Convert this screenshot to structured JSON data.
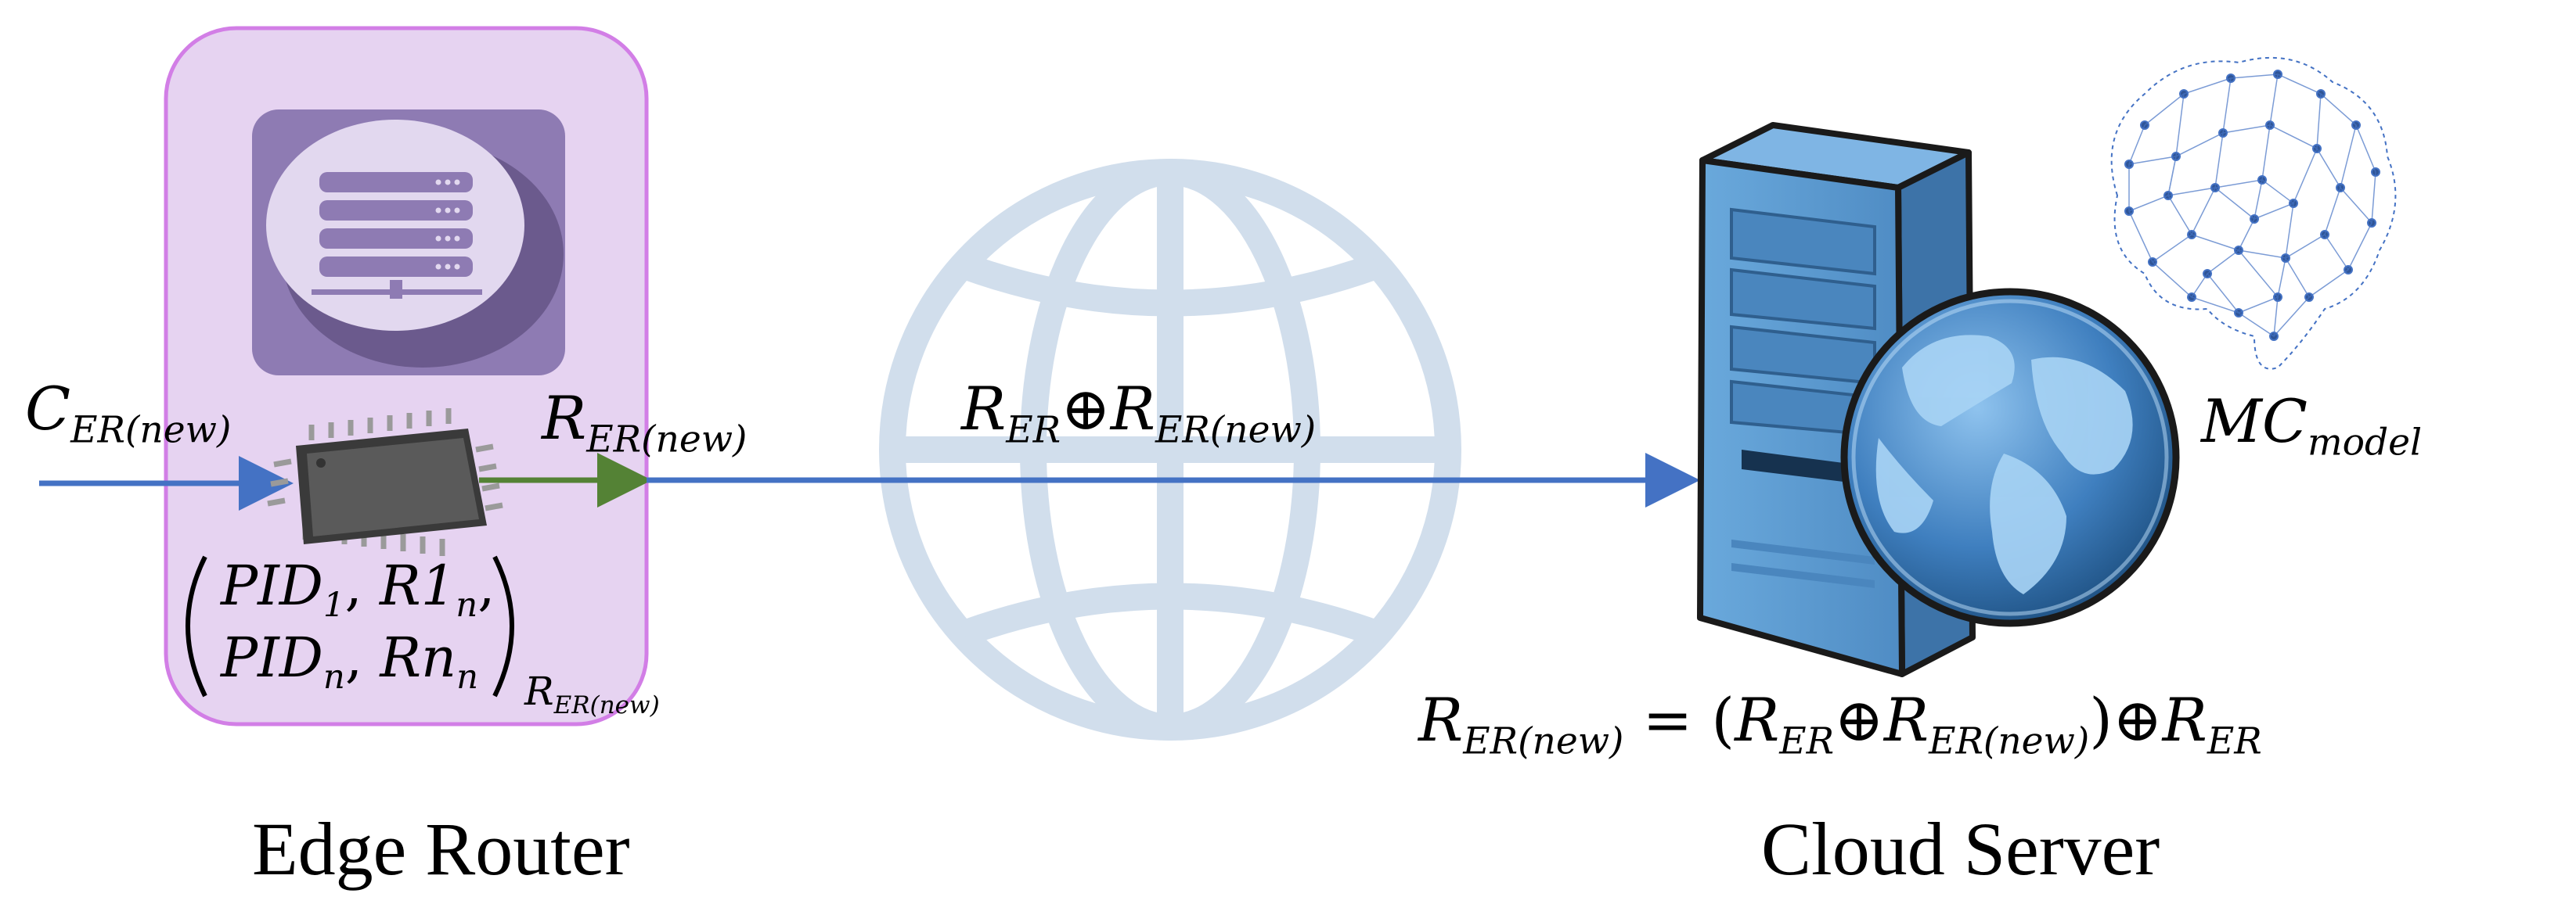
{
  "edge_router": {
    "caption": "Edge Router",
    "input_label": {
      "main": "C",
      "sub": "ER(new)"
    },
    "output_label": {
      "main": "R",
      "sub": "ER(new)"
    },
    "pid_row1": {
      "a": "PID",
      "a_sub": "1",
      "sep1": ", ",
      "b": "R1",
      "b_sub": "n",
      "tail": ","
    },
    "pid_row2": {
      "a": "PID",
      "a_sub": "n",
      "sep1": ", ",
      "b": "Rn",
      "b_sub": "n"
    },
    "pid_subscript": "R",
    "pid_subscript_sub": "ER(new)"
  },
  "network": {
    "xor_label": {
      "a": "R",
      "a_sub": "ER",
      "op": "⊕",
      "b": "R",
      "b_sub": "ER(new)"
    }
  },
  "cloud_server": {
    "caption": "Cloud Server",
    "model_label": {
      "main": "MC",
      "sub": "model"
    },
    "equation": {
      "lhs": "R",
      "lhs_sub": "ER(new)",
      "eq": " = (",
      "t1": "R",
      "t1_sub": "ER",
      "op1": "⊕",
      "t2": "R",
      "t2_sub": "ER(new)",
      "close": ")",
      "op2": "⊕",
      "t3": "R",
      "t3_sub": "ER"
    }
  },
  "colors": {
    "arrow_blue": "#4472c4",
    "arrow_green": "#548235",
    "router_box_fill": "#e6d3f1",
    "router_box_stroke": "#d27ee6",
    "router_icon_bg": "#8e7bb3",
    "globe_stroke": "#d1deec",
    "server_blue": "#5b9bd5"
  },
  "icons": [
    "server-rack-icon",
    "microchip-icon",
    "globe-icon",
    "cloud-server-icon",
    "earth-icon",
    "brain-network-icon"
  ]
}
